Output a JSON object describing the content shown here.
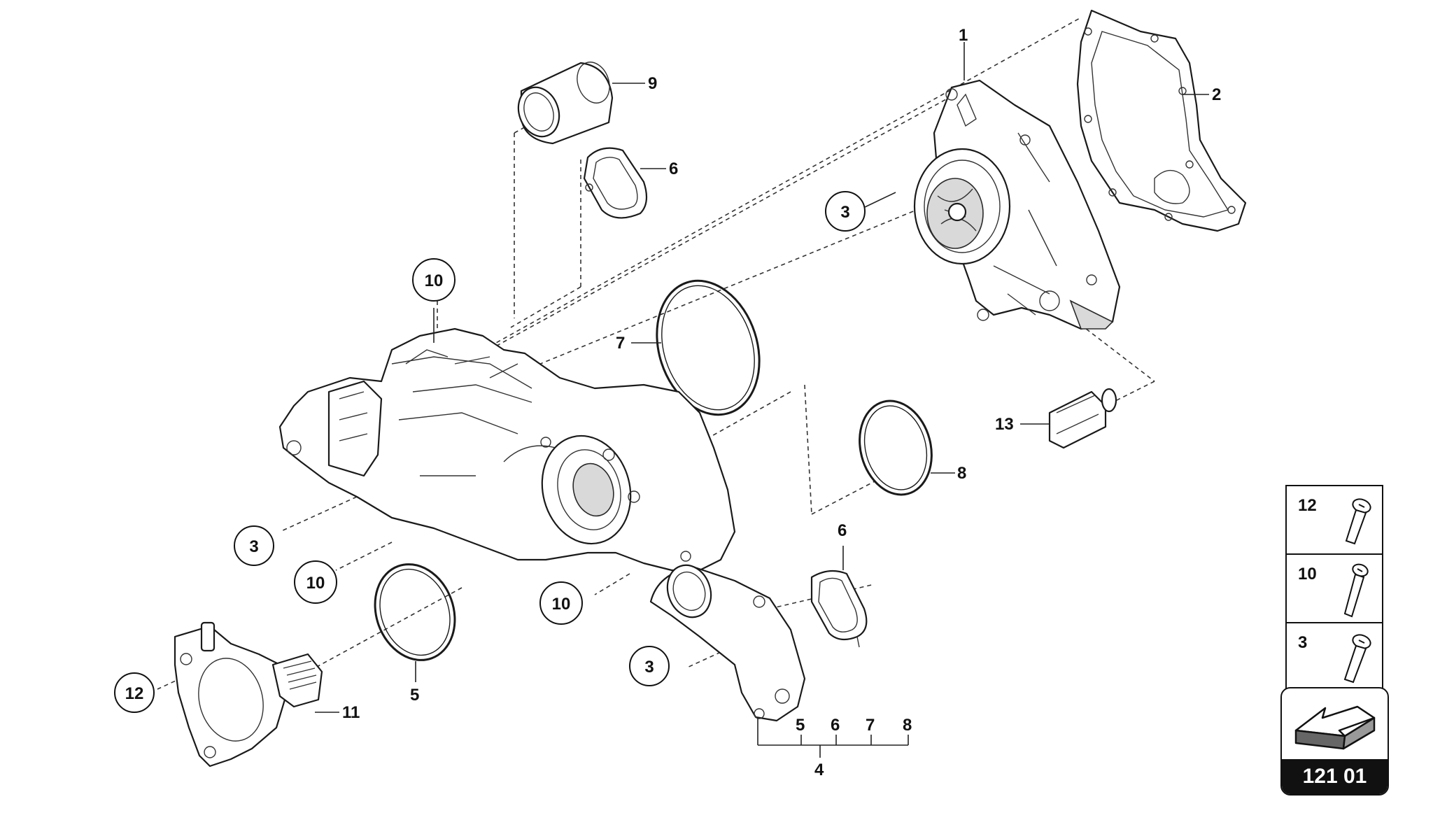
{
  "callouts": {
    "c1": "1",
    "c2": "2",
    "c3_pump": "3",
    "c10_top": "10",
    "c9": "9",
    "c6_top": "6",
    "c7": "7",
    "c8": "8",
    "c13": "13",
    "c3_left": "3",
    "c10_left": "10",
    "c10_mid": "10",
    "c3_bottom": "3",
    "c6_bottom": "6",
    "c5": "5",
    "c12": "12",
    "c11": "11",
    "kit_5": "5",
    "kit_6": "6",
    "kit_7": "7",
    "kit_8": "8",
    "kit_4": "4"
  },
  "fastener_legend": [
    {
      "number": "12",
      "icon": "bolt-icon"
    },
    {
      "number": "10",
      "icon": "bolt-icon"
    },
    {
      "number": "3",
      "icon": "bolt-icon"
    }
  ],
  "page_reference": {
    "number": "121 01",
    "icon": "arrow-icon"
  },
  "colors": {
    "line": "#1a1a1a",
    "shade": "#d9d9d9",
    "page_ref_bg": "#111111"
  }
}
